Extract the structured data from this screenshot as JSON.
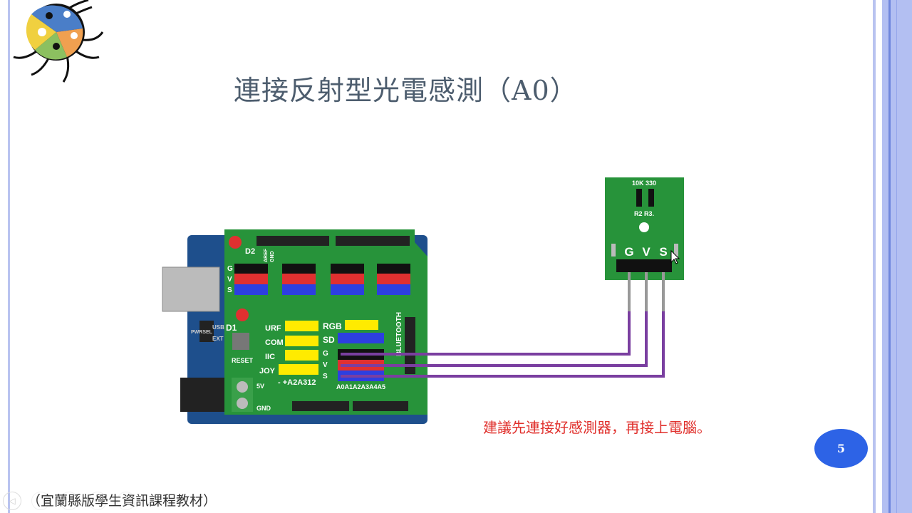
{
  "slide": {
    "title": "連接反射型光電感測（A0）",
    "note": "建議先連接好感測器，再接上電腦。",
    "page_number": "5",
    "footer": "（宜蘭縣版學生資訊課程教材）"
  },
  "shield": {
    "d2": "D2",
    "d1": "D1",
    "reset": "RESET",
    "aref": "AREF",
    "gnd_top": "GND",
    "urf": "URF",
    "com": "COM",
    "iic": "IIC",
    "joy": "JOY",
    "rgb": "RGB",
    "sd": "SD",
    "g": "G",
    "v": "V",
    "s": "S",
    "bluetooth": "BLUETOOTH",
    "a2a312": "- +A2A312",
    "analog": "A0A1A2A3A4A5",
    "v5": "5V",
    "gnd": "GND",
    "pwrsel": "PWRSEL",
    "usb": "USB",
    "ext": "EXT"
  },
  "sensor": {
    "resistors": "10K 330",
    "rlabels": "R2 R3.",
    "g": "G",
    "v": "V",
    "s": "S"
  },
  "colors": {
    "wire": "#7a3fa0",
    "board": "#27933a",
    "accent": "#2d63e6",
    "note": "#e0302c"
  }
}
